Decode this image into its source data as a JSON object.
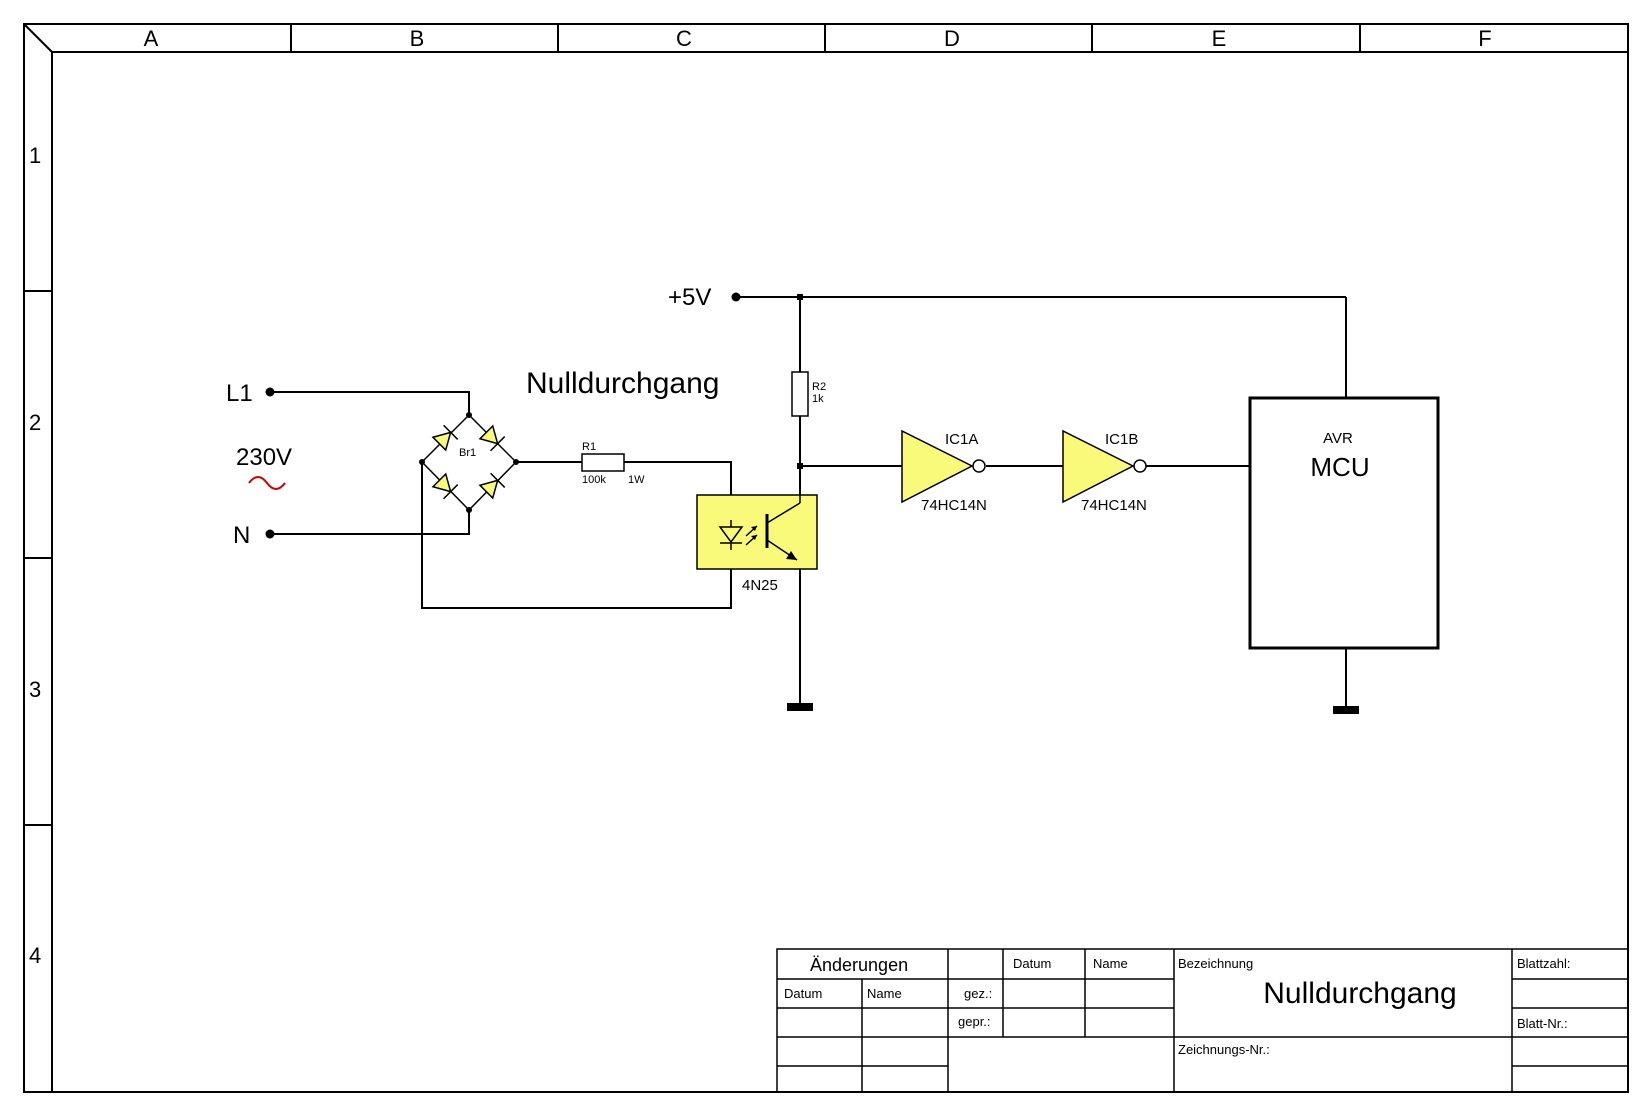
{
  "frame": {
    "columns": [
      "A",
      "B",
      "C",
      "D",
      "E",
      "F"
    ],
    "rows": [
      "1",
      "2",
      "3",
      "4"
    ]
  },
  "schematic": {
    "title": "Nulldurchgang",
    "labels": {
      "supply": "+5V",
      "l1": "L1",
      "voltage": "230V",
      "ac_symbol": "~",
      "neutral": "N",
      "bridge": "Br1",
      "r1_name": "R1",
      "r1_value": "100k",
      "r1_power": "1W",
      "r2_name": "R2",
      "r2_value": "1k",
      "optocoupler": "4N25",
      "ic1a_name": "IC1A",
      "ic1a_part": "74HC14N",
      "ic1b_name": "IC1B",
      "ic1b_part": "74HC14N",
      "mcu_top": "AVR",
      "mcu_name": "MCU"
    }
  },
  "title_block": {
    "changes": "Änderungen",
    "date_col": "Datum",
    "name_col": "Name",
    "drawn": "gez.:",
    "checked": "gepr.:",
    "date_head": "Datum",
    "name_head": "Name",
    "designation_label": "Bezeichnung",
    "designation": "Nulldurchgang",
    "drawing_no": "Zeichnungs-Nr.:",
    "sheet_count": "Blattzahl:",
    "sheet_no": "Blatt-Nr.:"
  },
  "colors": {
    "component_fill": "#fafa7a",
    "ac_symbol": "#cc0000"
  }
}
